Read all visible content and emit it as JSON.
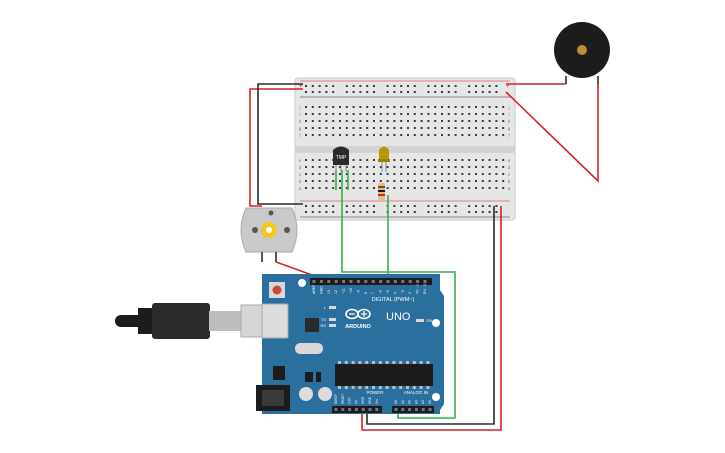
{
  "arduino": {
    "logo_text": "ARDUINO",
    "model": "UNO",
    "digital_header": "DIGITAL (PWM~)",
    "power_header": "POWER",
    "analog_header": "ANALOG IN",
    "on_label": "ON",
    "led_labels": [
      "L",
      "TX",
      "RX"
    ],
    "digital_pins": [
      "AREF",
      "GND",
      "13",
      "12",
      "~11",
      "~10",
      "~9",
      "8",
      "7",
      "~6",
      "~5",
      "4",
      "~3",
      "2",
      "TX→1",
      "RX←0"
    ],
    "power_pins": [
      "IOREF",
      "RESET",
      "3.3V",
      "5V",
      "GND",
      "GND",
      "Vin"
    ],
    "analog_pins": [
      "A0",
      "A1",
      "A2",
      "A3",
      "A4",
      "A5"
    ]
  },
  "breadboard": {
    "row_letters_top": [
      "j",
      "i",
      "h",
      "g",
      "f"
    ],
    "row_letters_bottom": [
      "e",
      "d",
      "c",
      "b",
      "a"
    ],
    "columns": 30,
    "rail_plus": "+",
    "rail_minus": "−"
  },
  "sensor": {
    "label": "TMP"
  },
  "colors": {
    "arduino_board": "#2b6f9e",
    "breadboard": "#e3e3e3",
    "wire_red": "#d42323",
    "wire_black": "#2a2a2a",
    "wire_green": "#33b24a",
    "led_body": "#b59a10",
    "buzzer": "#1c1c1c",
    "motor_body": "#c9c9c9",
    "motor_shaft": "#f2c81c"
  }
}
